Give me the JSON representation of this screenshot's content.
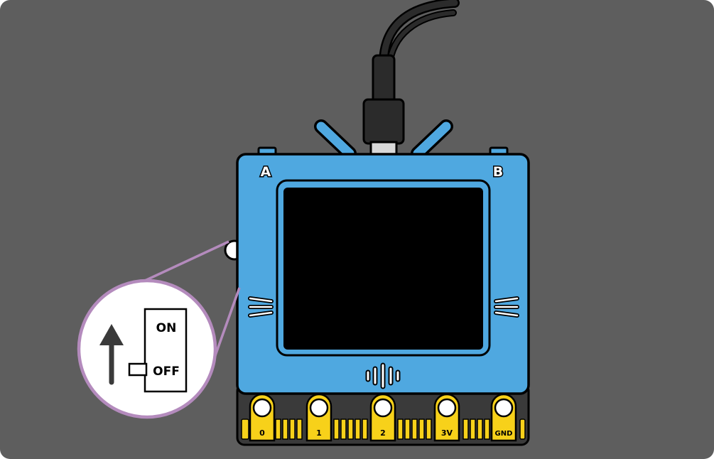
{
  "board": {
    "button_a_label": "A",
    "button_b_label": "B"
  },
  "switch_callout": {
    "on_label": "ON",
    "off_label": "OFF"
  },
  "pins": [
    {
      "label": "0"
    },
    {
      "label": "1"
    },
    {
      "label": "2"
    },
    {
      "label": "3V"
    },
    {
      "label": "GND"
    }
  ],
  "colors": {
    "background": "#5e5e5e",
    "board_blue": "#4fa8e0",
    "screen": "#000000",
    "pin_yellow": "#f7d11a",
    "edge_dark": "#3a3a3a",
    "callout_ring": "#b48bbd",
    "cable": "#2b2b2b"
  },
  "icons": [
    "speaker-icon",
    "up-arrow-icon"
  ]
}
